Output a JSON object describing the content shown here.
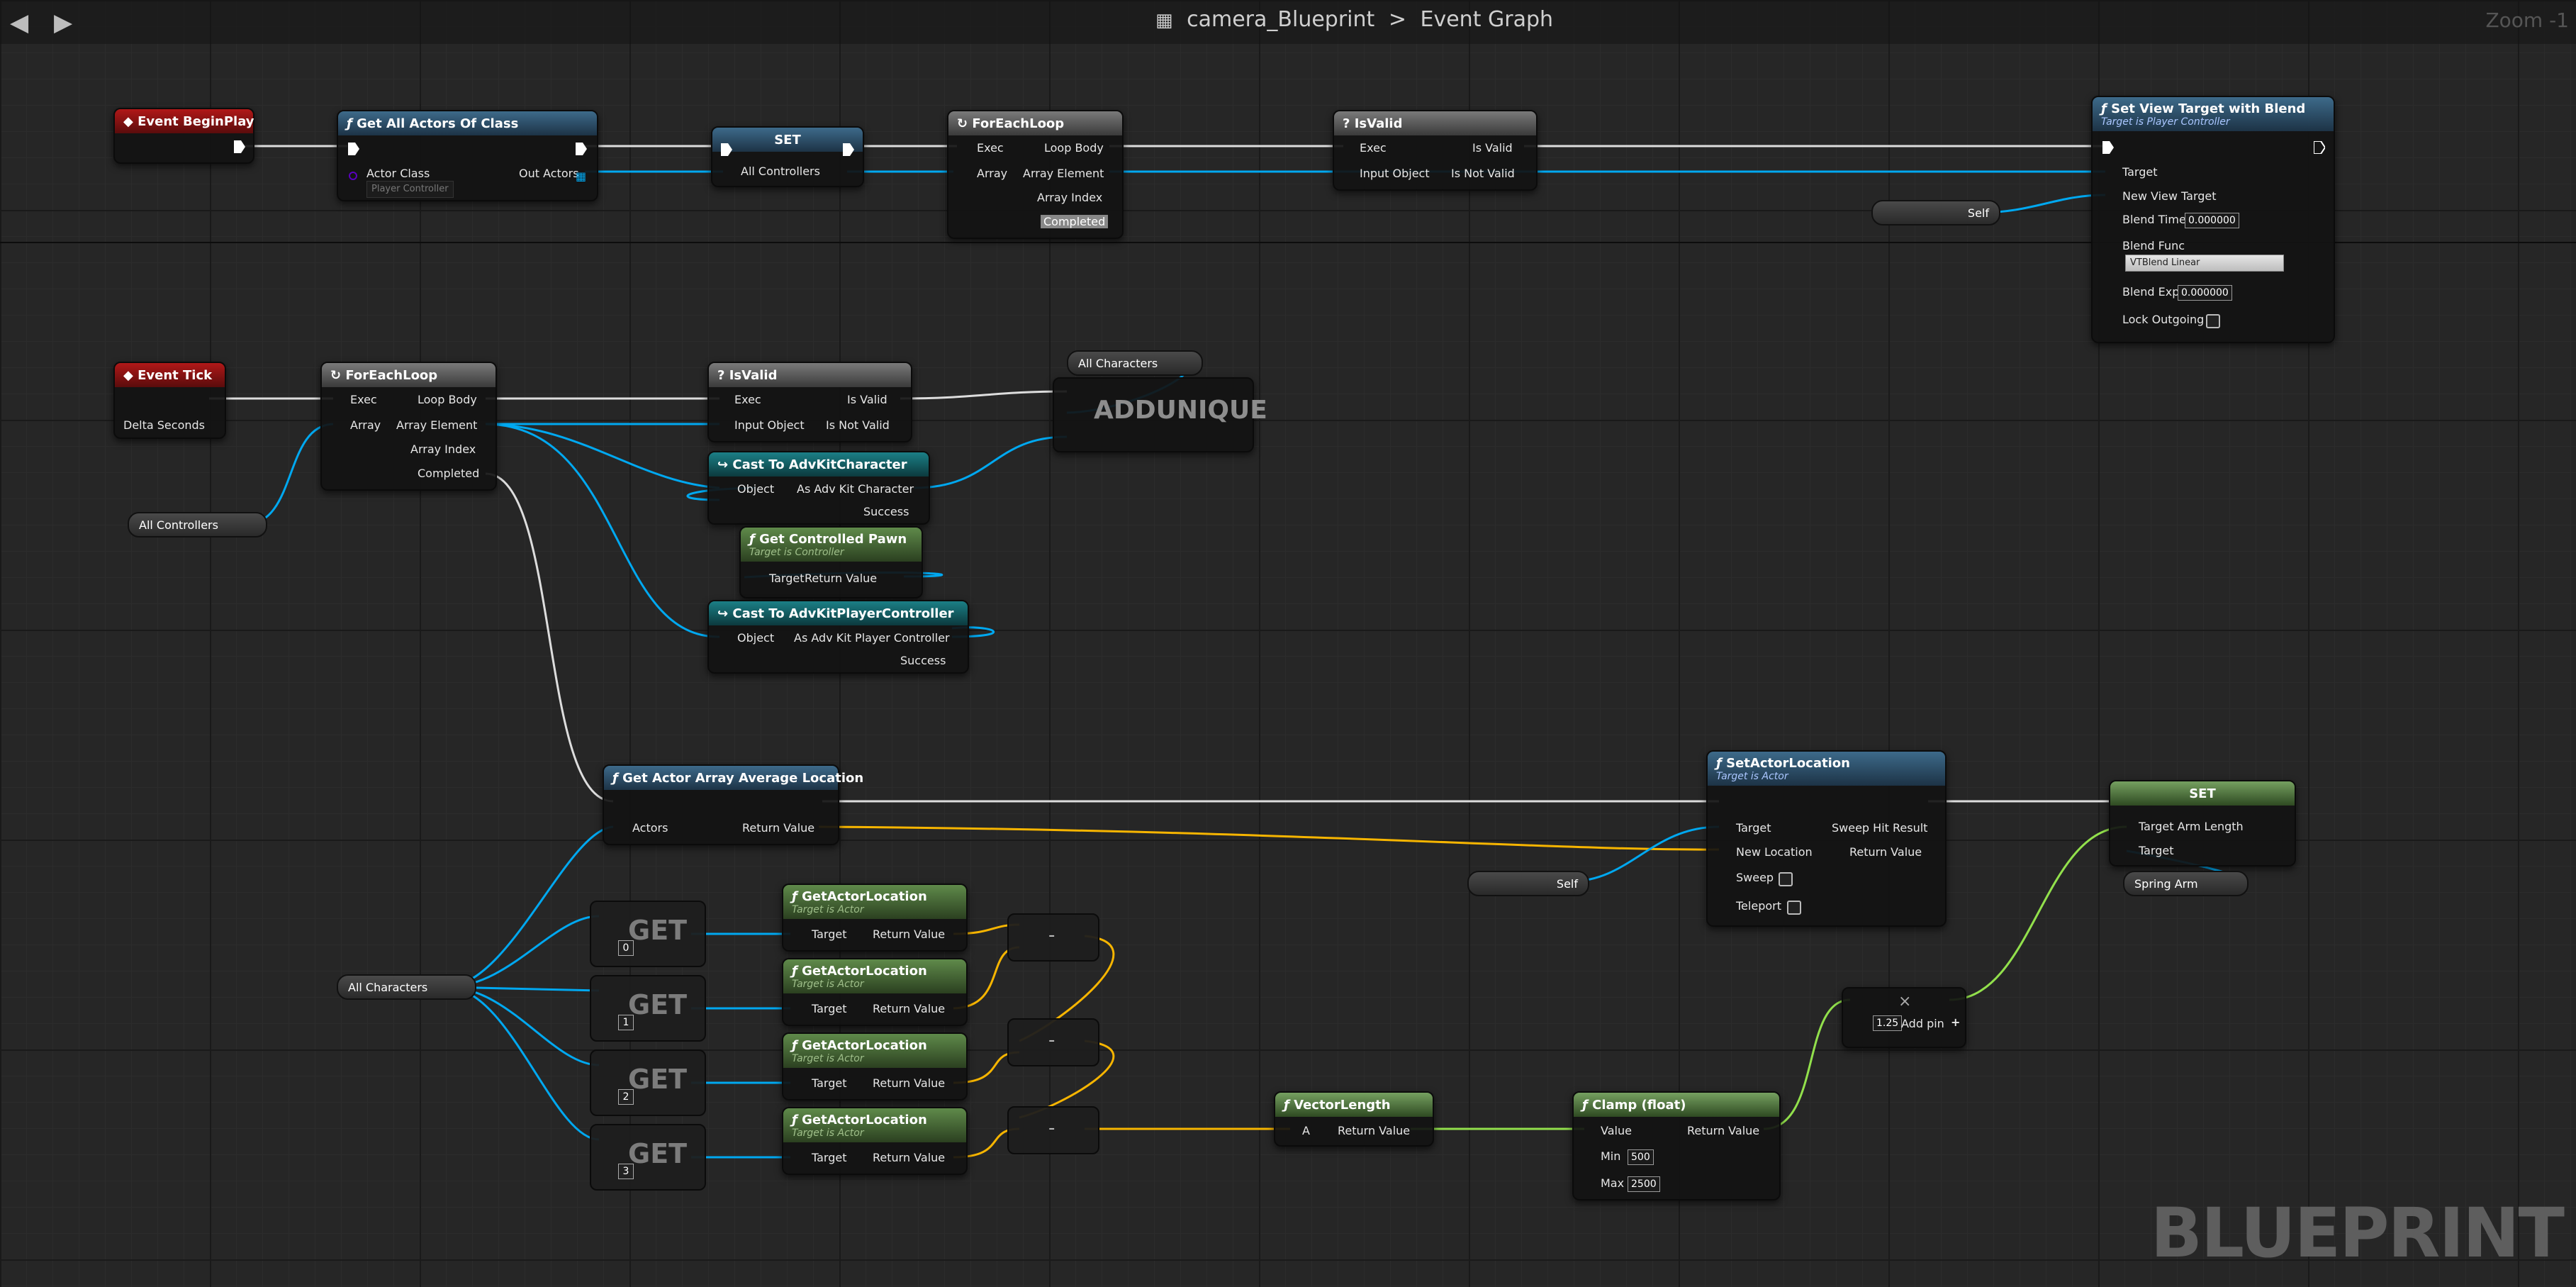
{
  "topbar": {
    "back_icon": "arrow-left-icon",
    "forward_icon": "arrow-right-icon",
    "blueprint_name": "camera_Blueprint",
    "separator": ">",
    "graph_name": "Event Graph",
    "zoom": "Zoom -1"
  },
  "watermark": "BLUEPRINT",
  "colors": {
    "exec": "#ffffff",
    "object": "#00a8f0",
    "vector": "#f7b500",
    "float": "#92e04c",
    "class": "#5a00c0",
    "bool": "#d60000"
  },
  "nodes": {
    "event_begin_play": {
      "title": "Event BeginPlay"
    },
    "get_all_actors": {
      "title": "Get All Actors Of Class",
      "actor_class": "Actor Class",
      "out_actors": "Out Actors",
      "class_value": "Player Controller"
    },
    "set_controllers": {
      "title": "SET",
      "all_controllers": "All Controllers"
    },
    "foreach1": {
      "title": "ForEachLoop",
      "exec": "Exec",
      "loop_body": "Loop Body",
      "array": "Array",
      "array_element": "Array Element",
      "array_index": "Array Index",
      "completed": "Completed"
    },
    "isvalid1": {
      "title": "IsValid",
      "exec": "Exec",
      "is_valid": "Is Valid",
      "input_object": "Input Object",
      "is_not_valid": "Is Not Valid"
    },
    "set_view_target": {
      "title": "Set View Target with Blend",
      "subtitle": "Target is Player Controller",
      "target": "Target",
      "new_view_target": "New View Target",
      "blend_time": "Blend Time",
      "blend_time_value": "0.000000",
      "blend_func": "Blend Func",
      "blend_func_value": "VTBlend Linear",
      "blend_exp": "Blend Exp",
      "blend_exp_value": "0.000000",
      "lock_outgoing": "Lock Outgoing"
    },
    "self_var1": {
      "label": "Self"
    },
    "event_tick": {
      "title": "Event Tick",
      "delta_seconds": "Delta Seconds"
    },
    "foreach2": {
      "title": "ForEachLoop",
      "exec": "Exec",
      "loop_body": "Loop Body",
      "array": "Array",
      "array_element": "Array Element",
      "array_index": "Array Index",
      "completed": "Completed"
    },
    "all_controllers_var": {
      "label": "All Controllers"
    },
    "isvalid2": {
      "title": "IsValid",
      "exec": "Exec",
      "is_valid": "Is Valid",
      "input_object": "Input Object",
      "is_not_valid": "Is Not Valid"
    },
    "all_characters_var1": {
      "label": "All Characters"
    },
    "addunique": {
      "title": "ADDUNIQUE"
    },
    "cast_char": {
      "title": "Cast To AdvKitCharacter",
      "object": "Object",
      "as": "As Adv Kit Character",
      "success": "Success"
    },
    "get_pawn": {
      "title": "Get Controlled Pawn",
      "subtitle": "Target is Controller",
      "target": "Target",
      "return_value": "Return Value"
    },
    "cast_pc": {
      "title": "Cast To AdvKitPlayerController",
      "object": "Object",
      "as": "As Adv Kit Player Controller",
      "success": "Success"
    },
    "avg_loc": {
      "title": "Get Actor Array Average Location",
      "actors": "Actors",
      "return_value": "Return Value"
    },
    "set_actor_loc": {
      "title": "SetActorLocation",
      "subtitle": "Target is Actor",
      "target": "Target",
      "sweep_hit": "Sweep Hit Result",
      "new_location": "New Location",
      "return_value": "Return Value",
      "sweep": "Sweep",
      "teleport": "Teleport"
    },
    "self_var2": {
      "label": "Self"
    },
    "set_arm": {
      "title": "SET",
      "target_arm_length": "Target Arm Length",
      "target": "Target"
    },
    "spring_arm_var": {
      "label": "Spring Arm"
    },
    "all_characters_var2": {
      "label": "All Characters"
    },
    "get": {
      "label": "GET",
      "indices": [
        "0",
        "1",
        "2",
        "3"
      ]
    },
    "get_actor_location": {
      "title": "GetActorLocation",
      "subtitle": "Target is Actor",
      "target": "Target",
      "return_value": "Return Value"
    },
    "minus": {
      "symbol": "-"
    },
    "vector_length": {
      "title": "VectorLength",
      "a": "A",
      "return_value": "Return Value"
    },
    "clamp": {
      "title": "Clamp (float)",
      "value": "Value",
      "return_value": "Return Value",
      "min": "Min",
      "min_value": "500",
      "max": "Max",
      "max_value": "2500"
    },
    "multiply": {
      "symbol": "×",
      "value": "1.25",
      "add_pin": "Add pin"
    }
  }
}
